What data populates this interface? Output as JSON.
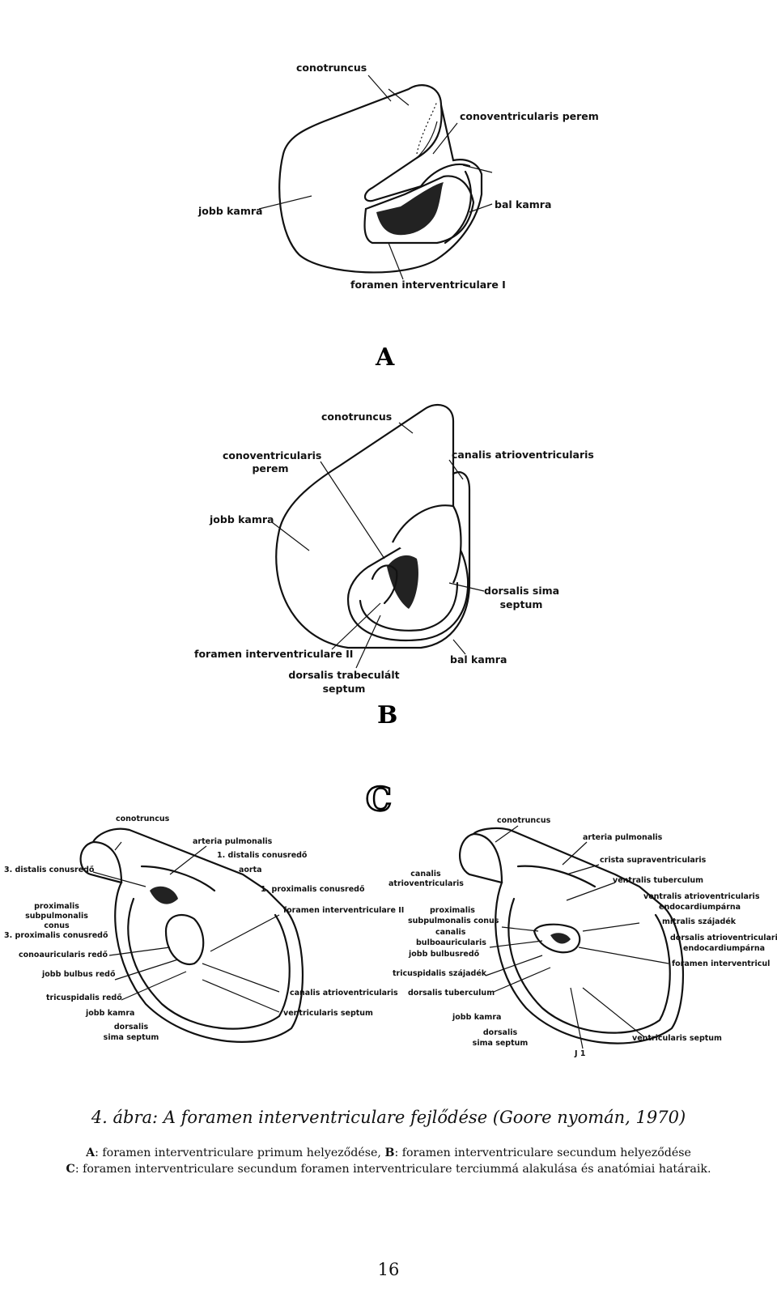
{
  "figure": {
    "panel_a": {
      "letter": "A",
      "labels": {
        "conotruncus": "conotruncus",
        "conoventricularis_perem": "conoventricularis perem",
        "jobb_kamra": "jobb kamra",
        "bal_kamra": "bal kamra",
        "foramen_i": "foramen interventriculare I"
      }
    },
    "panel_b": {
      "letter": "B",
      "labels": {
        "conotruncus": "conotruncus",
        "conoventricularis_perem_1": "conoventricularis",
        "conoventricularis_perem_2": "perem",
        "canalis": "canalis atrioventricularis",
        "jobb_kamra": "jobb kamra",
        "dorsalis_sima_1": "dorsalis sima",
        "dorsalis_sima_2": "septum",
        "foramen_ii": "foramen interventriculare II",
        "bal_kamra": "bal kamra",
        "dorsalis_trab_1": "dorsalis trabeculált",
        "dorsalis_trab_2": "septum"
      }
    },
    "panel_c": {
      "letter": "C",
      "left_labels": {
        "conotruncus": "conotruncus",
        "arteria_pulmonalis": "arteria pulmonalis",
        "distalis_1": "1. distalis conusredő",
        "distalis_3": "3. distalis conusredő",
        "aorta": "aorta",
        "proximalis_1": "1. proximalis conusredő",
        "proximalis_sub_1": "proximalis",
        "proximalis_sub_2": "subpulmonalis",
        "proximalis_sub_3": "conus",
        "proximalis_3": "3. proximalis conusredő",
        "foramen_ii": "foramen interventriculare II",
        "conoauricularis": "conoauricularis redő",
        "jobb_bulbus": "jobb bulbus redő",
        "tricuspidalis": "tricuspidalis redő",
        "canalis": "canalis atrioventricularis",
        "jobb_kamra": "jobb kamra",
        "ventricularis_septum": "ventricularis septum",
        "dorsalis_1": "dorsalis",
        "dorsalis_2": "sima septum"
      },
      "right_labels": {
        "conotruncus": "conotruncus",
        "arteria_pulmonalis": "arteria pulmonalis",
        "canalis_1": "canalis",
        "canalis_2": "atrioventricularis",
        "crista": "crista supraventricularis",
        "ventralis_tuberculum": "ventralis tuberculum",
        "ventralis_atrio": "ventralis atrioventricularis",
        "endocardium_1": "endocardiumpárna",
        "proximalis": "proximalis",
        "subpulmonalis": "subpulmonalis conus",
        "canalis_b": "canalis",
        "bulboauricularis": "bulboauricularis",
        "jobb_bulbusredo": "jobb bulbusredő",
        "mitralis": "mitralis szájadék",
        "dorsalis_atrio": "dorsalis atrioventricularis",
        "endocardium_2": "endocardiumpárna",
        "foramen": "foramen interventricul",
        "tricuspidalis_szajadek": "tricuspidalis szájadék",
        "dorsalis_tuberculum": "dorsalis tuberculum",
        "jobb_kamra": "jobb kamra",
        "dorsalis_1": "dorsalis",
        "dorsalis_2": "sima septum",
        "ventricularis_septum": "ventricularis septum",
        "j1": "J 1"
      }
    }
  },
  "caption": {
    "title": "4. ábra: A foramen interventriculare fejlődése (Goore nyomán, 1970)",
    "line1_a_key": "A",
    "line1_a_text": ": foramen interventriculare primum helyeződése, ",
    "line1_b_key": "B",
    "line1_b_text": ": foramen interventriculare secundum helyeződése",
    "line2_c_key": "C",
    "line2_c_text": ": foramen interventriculare secundum foramen interventriculare terciummá alakulása és anatómiai határaik."
  },
  "page_number": "16"
}
